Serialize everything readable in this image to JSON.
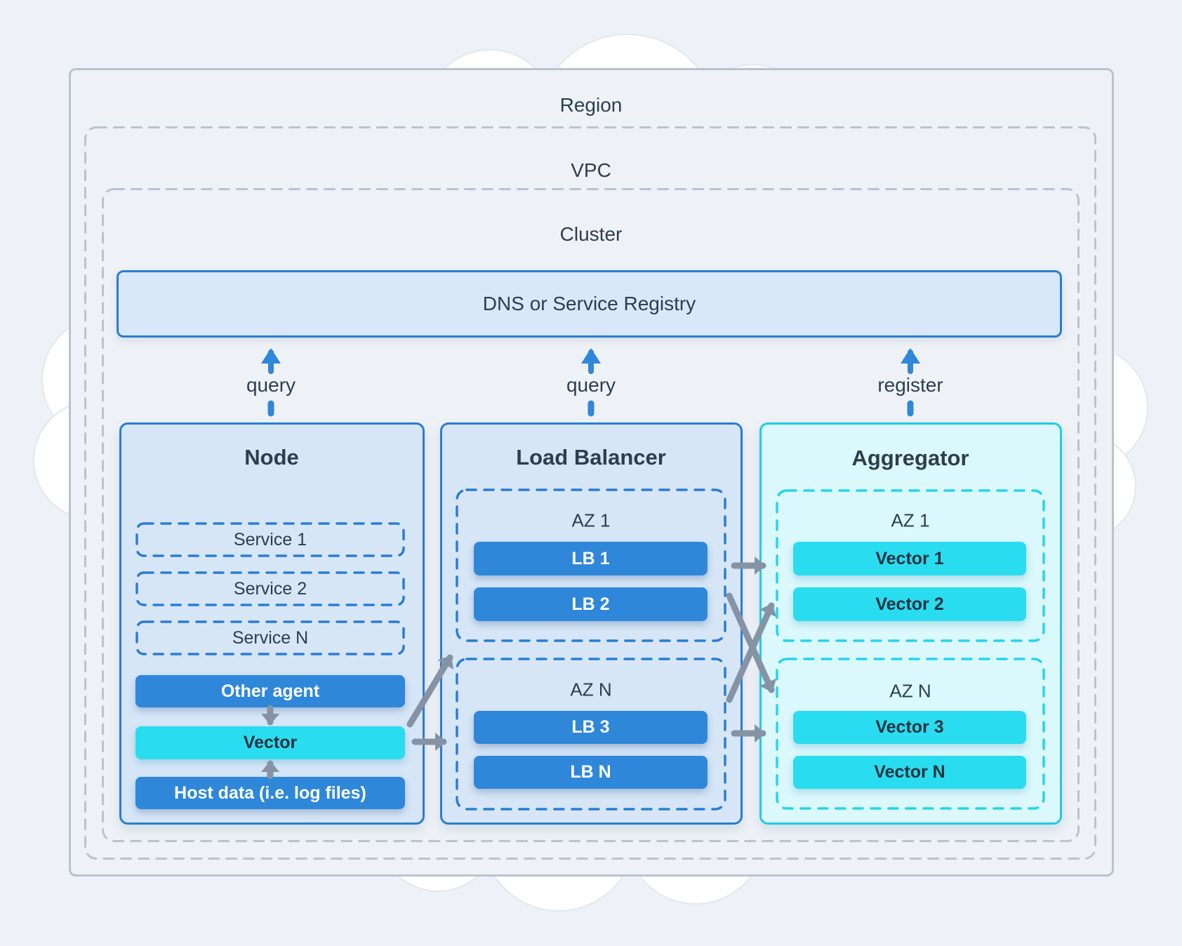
{
  "region": {
    "label": "Region"
  },
  "vpc": {
    "label": "VPC"
  },
  "cluster": {
    "label": "Cluster"
  },
  "dns_bar": {
    "label": "DNS or Service Registry"
  },
  "edges": {
    "query_node_label": "query",
    "query_lb_label": "query",
    "register_agg_label": "register"
  },
  "node": {
    "title": "Node",
    "services": [
      {
        "label": "Service 1"
      },
      {
        "label": "Service 2"
      },
      {
        "label": "Service N"
      }
    ],
    "other_agent_label": "Other agent",
    "vector_label": "Vector",
    "host_data_label": "Host data (i.e. log files)"
  },
  "load_balancer": {
    "title": "Load Balancer",
    "zones": [
      {
        "label": "AZ 1",
        "items": [
          {
            "label": "LB 1"
          },
          {
            "label": "LB 2"
          }
        ]
      },
      {
        "label": "AZ N",
        "items": [
          {
            "label": "LB 3"
          },
          {
            "label": "LB N"
          }
        ]
      }
    ]
  },
  "aggregator": {
    "title": "Aggregator",
    "zones": [
      {
        "label": "AZ 1",
        "items": [
          {
            "label": "Vector 1"
          },
          {
            "label": "Vector 2"
          }
        ]
      },
      {
        "label": "AZ N",
        "items": [
          {
            "label": "Vector 3"
          },
          {
            "label": "Vector N"
          }
        ]
      }
    ]
  },
  "colors": {
    "blue_accent": "#2f87da",
    "blue_border": "#2a7dd3",
    "panel_blue_fill": "#d6e6f7",
    "dns_fill": "#d8e8f9",
    "cyan_accent": "#2adcef",
    "cyan_border": "#20cce4",
    "aggregator_fill": "#dbf8fd",
    "arrow_gray": "#8593a5",
    "outline_gray": "#b8c3cd",
    "text_dark": "#2d3d4e",
    "cloud_white": "#ffffff"
  }
}
